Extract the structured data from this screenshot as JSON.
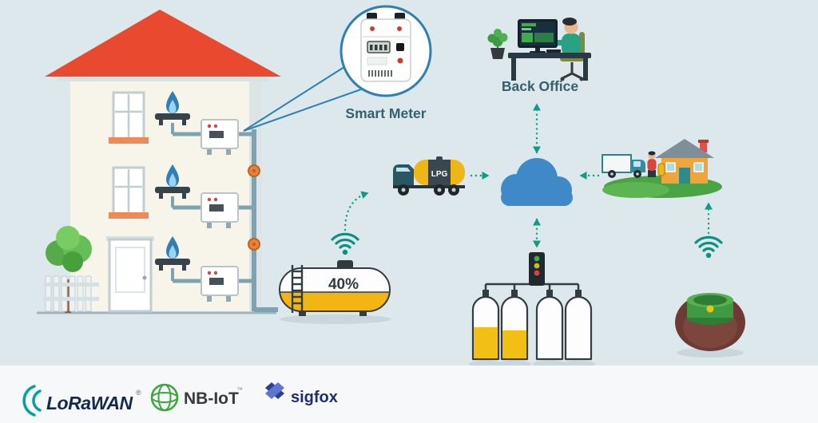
{
  "labels": {
    "smart_meter": "Smart Meter",
    "back_office": "Back Office",
    "truck_tank": "LPG",
    "tank_level": "40%"
  },
  "logos": {
    "lorawan": "LoRaWAN",
    "lorawan_mark": "®",
    "nbiot": "NB-IoT",
    "nbiot_mark": "™",
    "sigfox": "sigfox"
  },
  "colors": {
    "background": "#dce8ec",
    "footer_bar": "#f6f8f9",
    "flow_arrow": "#0f9b85",
    "cloud_blue": "#4089c9",
    "roof_red": "#e8492f",
    "accent_yellow": "#f2c014",
    "caption_text": "#35606f",
    "wifi_teal": "#0f8f82"
  }
}
